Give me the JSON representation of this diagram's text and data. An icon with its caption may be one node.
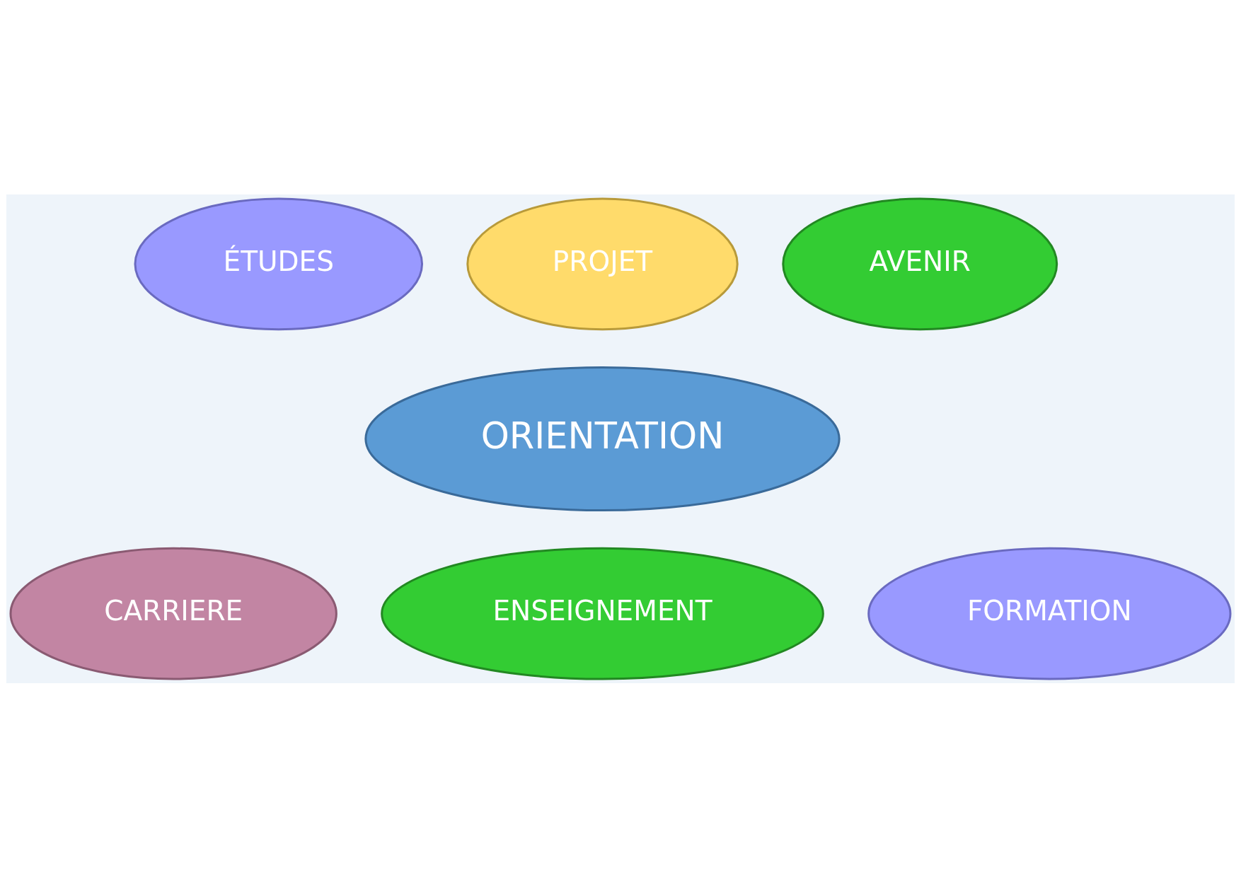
{
  "diagram": {
    "nodes": [
      {
        "text": [
          "PROJET"
        ]
      },
      {
        "text": [
          "ÉTUDES"
        ]
      },
      {
        "text": [
          "AVENIR"
        ]
      },
      {
        "text": [
          "ORIENTATION"
        ]
      },
      {
        "text": [
          "CARRIERE"
        ]
      },
      {
        "text": [
          "FORMATION"
        ]
      },
      {
        "text": [
          "ENSEIGNEMENT"
        ]
      }
    ]
  }
}
